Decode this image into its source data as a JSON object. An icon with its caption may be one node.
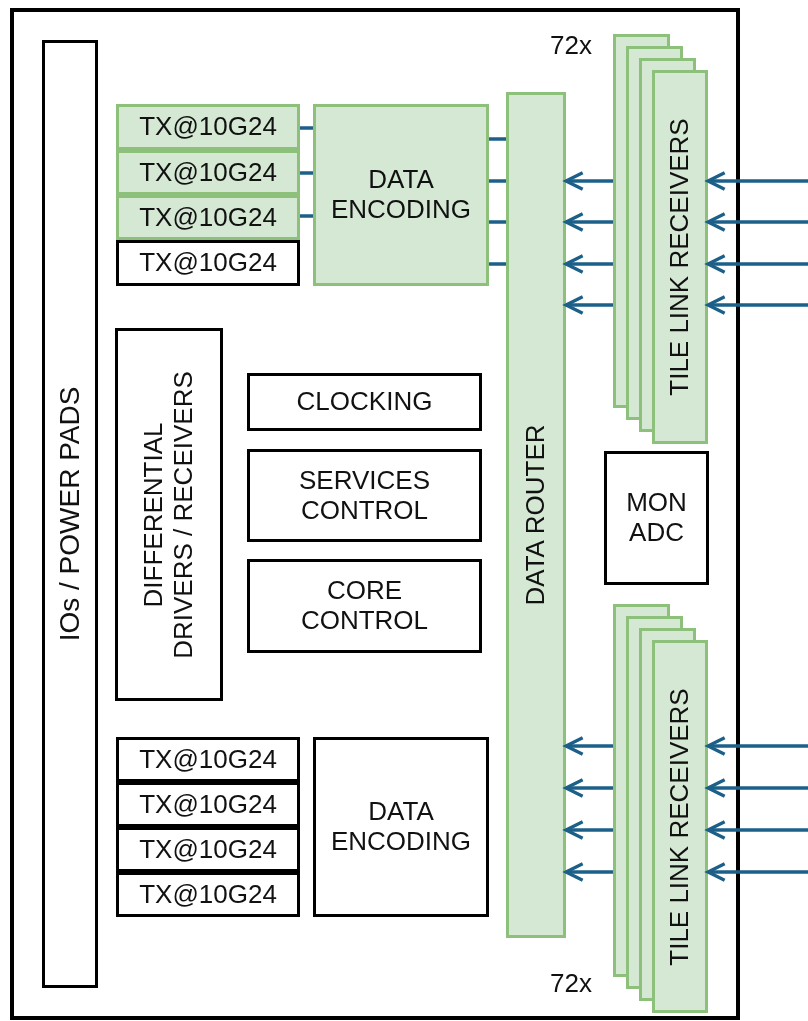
{
  "diagram": {
    "nodes": [
      {
        "text": [],
        "shape": "box"
      },
      {
        "text": [
          "IOs / POWER PADS"
        ],
        "in": 0
      },
      {
        "text": [
          "TX@10G24"
        ],
        "in": 0
      },
      {
        "text": [
          "TX@10G24"
        ],
        "in": 0
      },
      {
        "text": [
          "TX@10G24"
        ],
        "in": 0
      },
      {
        "text": [
          "TX@10G24"
        ],
        "in": 0
      },
      {
        "text": [
          "DATA ENCODING"
        ],
        "in": 0
      },
      {
        "text": [
          "DIFFERENTIAL DRIVERS / RECEIVERS"
        ],
        "in": 0
      },
      {
        "text": [
          "CLOCKING"
        ],
        "in": 0
      },
      {
        "text": [
          "SERVICES CONTROL"
        ],
        "in": 0
      },
      {
        "text": [
          "CORE CONTROL"
        ],
        "in": 0
      },
      {
        "text": [
          "TX@10G24"
        ],
        "in": 0
      },
      {
        "text": [
          "TX@10G24"
        ],
        "in": 0
      },
      {
        "text": [
          "TX@10G24"
        ],
        "in": 0
      },
      {
        "text": [
          "TX@10G24"
        ],
        "in": 0
      },
      {
        "text": [
          "DATA ENCODING"
        ],
        "in": 0
      },
      {
        "text": [
          "DATA ROUTER"
        ],
        "in": 0
      },
      {
        "text": [
          "TILE LINK RECEIVERS"
        ],
        "in": 0,
        "beside": [
          "72x"
        ]
      },
      {
        "text": [
          "MON ADC"
        ],
        "in": 0
      },
      {
        "text": [
          "TILE LINK RECEIVERS"
        ],
        "in": 0,
        "beside": [
          "72x"
        ]
      }
    ],
    "edges": [
      {
        "from": 2,
        "to": 6,
        "arrow": "none"
      },
      {
        "from": 3,
        "to": 6,
        "arrow": "none"
      },
      {
        "from": 4,
        "to": 6,
        "arrow": "none"
      },
      {
        "from": 6,
        "to": 16,
        "arrow": "none"
      },
      {
        "from": 6,
        "to": 16,
        "arrow": "none"
      },
      {
        "from": 6,
        "to": 16,
        "arrow": "none"
      },
      {
        "from": 6,
        "to": 16,
        "arrow": "none"
      },
      {
        "from": 17,
        "to": 16,
        "arrow": "to"
      },
      {
        "from": 17,
        "to": 16,
        "arrow": "to"
      },
      {
        "from": 17,
        "to": 16,
        "arrow": "to"
      },
      {
        "from": 17,
        "to": 16,
        "arrow": "to"
      },
      {
        "from": null,
        "to": 17,
        "arrow": "to"
      },
      {
        "from": null,
        "to": 17,
        "arrow": "to"
      },
      {
        "from": null,
        "to": 17,
        "arrow": "to"
      },
      {
        "from": null,
        "to": 17,
        "arrow": "to"
      },
      {
        "from": 19,
        "to": 16,
        "arrow": "to"
      },
      {
        "from": 19,
        "to": 16,
        "arrow": "to"
      },
      {
        "from": 19,
        "to": 16,
        "arrow": "to"
      },
      {
        "from": 19,
        "to": 16,
        "arrow": "to"
      },
      {
        "from": null,
        "to": 19,
        "arrow": "to"
      },
      {
        "from": null,
        "to": 19,
        "arrow": "to"
      },
      {
        "from": null,
        "to": 19,
        "arrow": "to"
      },
      {
        "from": null,
        "to": 19,
        "arrow": "to"
      }
    ]
  }
}
